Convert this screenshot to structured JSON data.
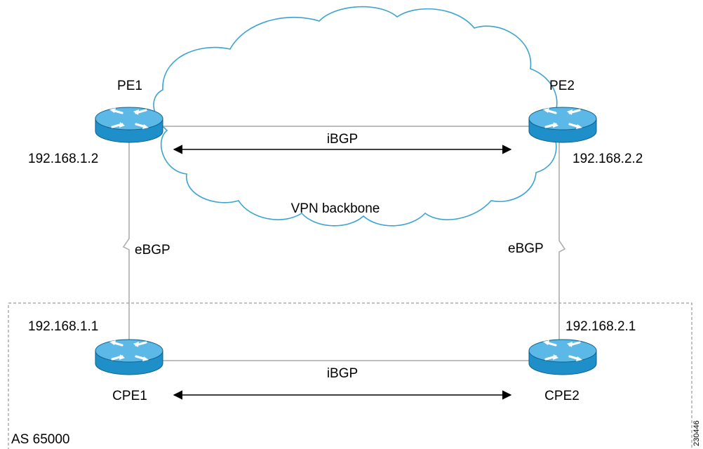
{
  "cloud": {
    "label": "VPN backbone",
    "stroke_color": "#3ba3d0"
  },
  "routers": {
    "pe1": {
      "name": "PE1",
      "ip": "192.168.1.2"
    },
    "pe2": {
      "name": "PE2",
      "ip": "192.168.2.2"
    },
    "cpe1": {
      "name": "CPE1",
      "ip": "192.168.1.1"
    },
    "cpe2": {
      "name": "CPE2",
      "ip": "192.168.2.1"
    }
  },
  "links": {
    "backbone_ibgp": "iBGP",
    "customer_ibgp": "iBGP",
    "left_ebgp": "eBGP",
    "right_ebgp": "eBGP"
  },
  "as_box": {
    "label": "AS 65000"
  },
  "figure_id": "230446",
  "colors": {
    "router_body": "#1f8fc9",
    "router_top": "#5cb8e6",
    "link": "#a8a8a8"
  }
}
